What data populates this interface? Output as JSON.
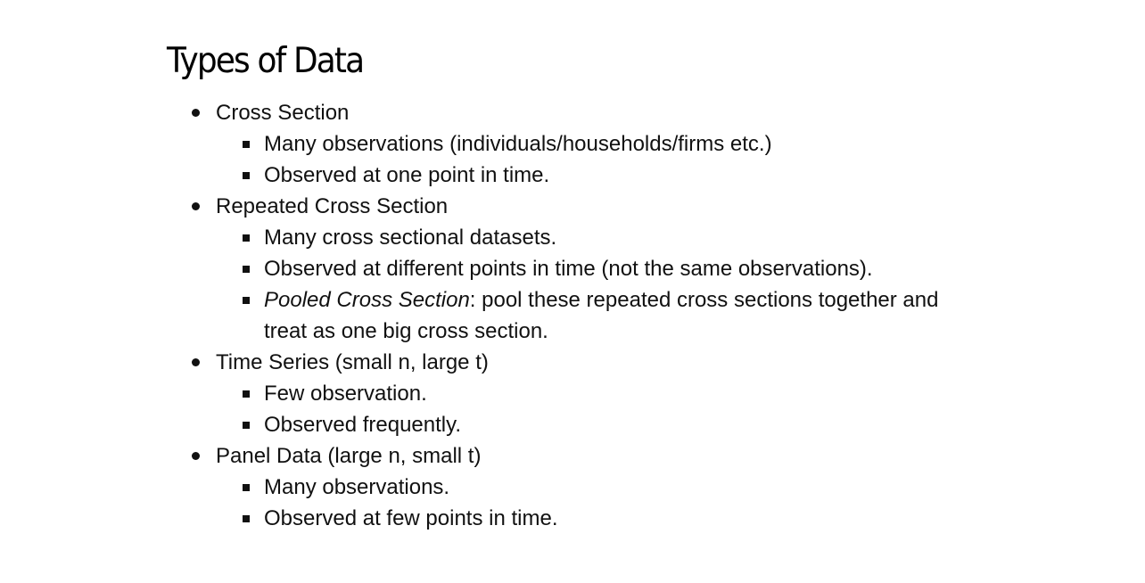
{
  "slide": {
    "title": "Types of Data",
    "items": [
      {
        "label": "Cross Section",
        "subs": [
          {
            "text": "Many observations (individuals/households/firms etc.)"
          },
          {
            "text": "Observed at one point in time."
          }
        ]
      },
      {
        "label": "Repeated Cross Section",
        "subs": [
          {
            "text": "Many cross sectional datasets."
          },
          {
            "text": "Observed at different points in time (not the same observations)."
          },
          {
            "em": "Pooled Cross Section",
            "text": ": pool these repeated cross sections together and treat as one big cross section."
          }
        ]
      },
      {
        "label": "Time Series (small n, large t)",
        "subs": [
          {
            "text": "Few observation."
          },
          {
            "text": "Observed frequently."
          }
        ]
      },
      {
        "label": "Panel Data (large n, small t)",
        "subs": [
          {
            "text": "Many observations."
          },
          {
            "text": "Observed at few points in time."
          }
        ]
      }
    ]
  }
}
